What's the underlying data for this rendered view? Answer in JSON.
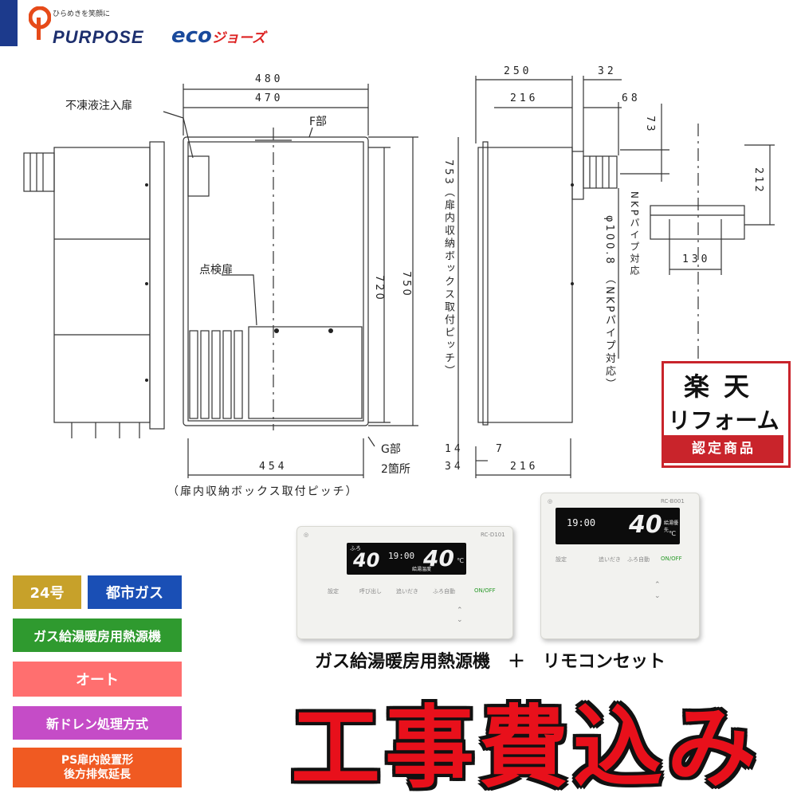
{
  "brand": {
    "tagline": "ひらめきを笑顔に",
    "name": "PURPOSE",
    "eco_logo_a": "eco",
    "eco_logo_b": "ジョーズ"
  },
  "dimensions": {
    "front_width_outer": "480",
    "front_width_inner": "470",
    "front_height_inner": "720",
    "front_height_outer": "750",
    "front_bottom_pitch": "454",
    "side_depth_outer": "250",
    "side_depth_inner": "216",
    "side_offset": "32",
    "side_height_pitch": "753",
    "side_bottom_depth": "216",
    "side_bottom_14": "14",
    "side_bottom_34": "34",
    "side_bottom_7": "7",
    "pipe_offset_68": "68",
    "pipe_height_73": "73",
    "pipe_height_212": "212",
    "pipe_width_130": "130"
  },
  "labels": {
    "antifreeze_door": "不凍液注入扉",
    "part_f": "F部",
    "inspection_door": "点検扉",
    "part_g": "G部",
    "two_places": "2箇所",
    "bottom_pitch_note": "（扉内収納ボックス取付ピッチ）",
    "side_pitch_note": "753（扉内収納ボックス取付ピッチ）",
    "pipe_note": "φ100.8　（NKPパイプ対応）",
    "nkp_note": "NKPパイプ対応"
  },
  "rakuten": {
    "line1": "楽天",
    "line2": "リフォーム",
    "line3": "認定商品"
  },
  "badges": {
    "size": "24号",
    "gas": "都市ガス",
    "type": "ガス給湯暖房用熱源機",
    "auto": "オート",
    "drain": "新ドレン処理方式",
    "ps_line1": "PS扉内設置形",
    "ps_line2": "後方排気延長"
  },
  "colors": {
    "size": "#c7a12a",
    "gas": "#1a4fb5",
    "type": "#2f9a2f",
    "auto": "#ff6f6f",
    "drain": "#c54cc7",
    "ps": "#f05a22",
    "title": "#e8101b"
  },
  "remote_main": {
    "model": "RC-D101",
    "bath_label": "ふろ",
    "temp_small": "40",
    "time": "19:00",
    "temp_big": "40",
    "unit": "℃",
    "sub": "給湯温度",
    "btn1": "設定",
    "btn2": "呼び出し",
    "btn3": "追いだき",
    "btn4": "ふろ自動",
    "power": "ON/OFF"
  },
  "remote_bath": {
    "model": "RC-B001",
    "time": "19:00",
    "temp_big": "40",
    "unit": "℃",
    "sub": "給湯優先",
    "btn1": "設定",
    "btn2": "追いだき",
    "btn3": "ふろ自動",
    "power": "ON/OFF"
  },
  "subtitle": "ガス給湯暖房用熱源機　＋　リモコンセット",
  "title": "工事費込み"
}
